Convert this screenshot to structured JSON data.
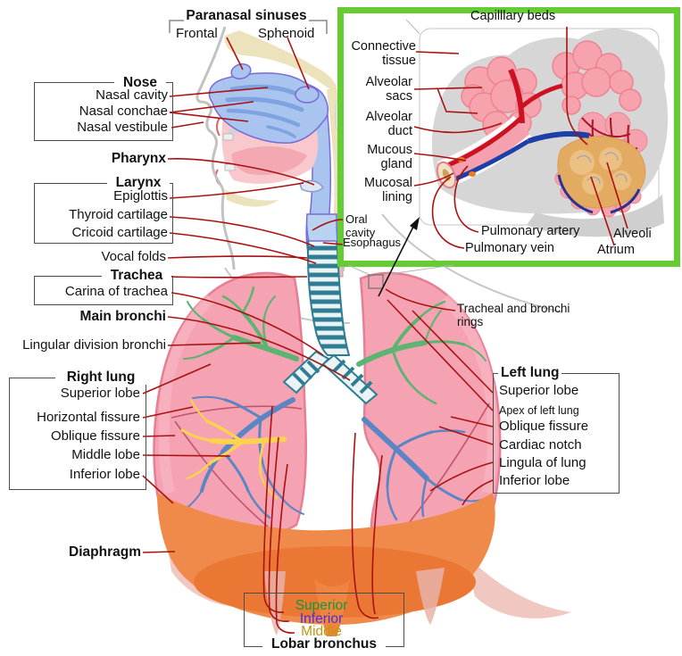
{
  "figure": {
    "paranasal": {
      "title": "Paranasal sinuses",
      "frontal": "Frontal",
      "sphenoid": "Sphenoid"
    },
    "nose": {
      "title": "Nose",
      "items": [
        "Nasal cavity",
        "Nasal conchae",
        "Nasal vestibule"
      ]
    },
    "pharynx": {
      "label": "Pharynx"
    },
    "larynx": {
      "title": "Larynx",
      "items": [
        "Epiglottis",
        "Thyroid cartilage",
        "Cricoid cartilage"
      ]
    },
    "vocal_folds": {
      "label": "Vocal folds"
    },
    "trachea": {
      "title": "Trachea",
      "carina": "Carina of trachea"
    },
    "main_bronchi": {
      "label": "Main bronchi"
    },
    "lingular": {
      "label": "Lingular division bronchi"
    },
    "right_lung": {
      "title": "Right lung",
      "items": [
        "Superior lobe",
        "Horizontal fissure",
        "Oblique fissure",
        "Middle lobe",
        "Inferior lobe"
      ]
    },
    "left_lung": {
      "title": "Left lung",
      "items": [
        "Superior lobe",
        "Apex of left lung",
        "Oblique fissure",
        "Cardiac notch",
        "Lingula of lung",
        "Inferior lobe"
      ]
    },
    "diaphragm": {
      "label": "Diaphragm"
    },
    "tracheal_rings": {
      "label": "Tracheal and bronchi rings"
    },
    "oral_cavity": {
      "label": "Oral cavity"
    },
    "esophagus": {
      "label": "Esophagus"
    },
    "lobar": {
      "title": "Lobar bronchus",
      "superior": "Superior",
      "inferior": "Inferior",
      "middle": "Middle"
    },
    "inset": {
      "capillary_beds": "Capilllary beds",
      "connective_tissue": "Connective tissue",
      "alveolar_sacs": "Alveolar sacs",
      "alveolar_duct": "Alveolar duct",
      "mucous_gland": "Mucous gland",
      "mucosal_lining": "Mucosal lining",
      "pulmonary_artery": "Pulmonary artery",
      "pulmonary_vein": "Pulmonary vein",
      "alveoli": "Alveoli",
      "atrium": "Atrium"
    }
  },
  "colors": {
    "leader": "#aa1111",
    "inset_border": "#66cc33",
    "lobar_superior": "#119933",
    "lobar_inferior": "#4d2edb",
    "lobar_middle": "#bb9911"
  }
}
